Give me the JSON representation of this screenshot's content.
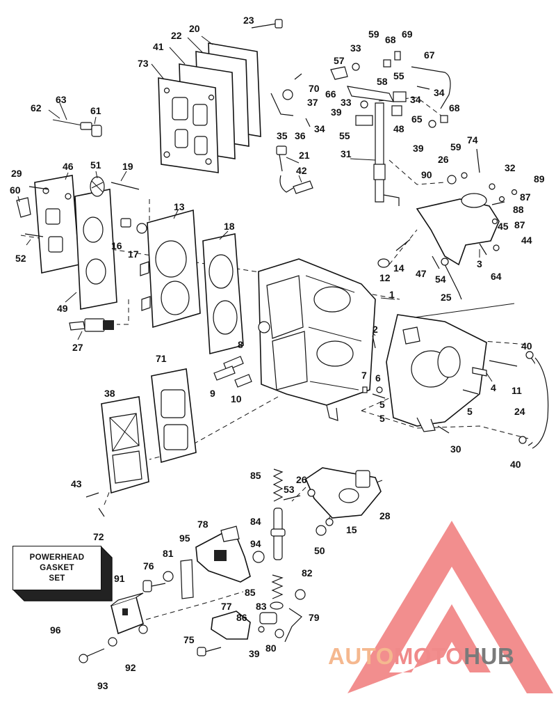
{
  "diagram": {
    "callouts": [
      "1",
      "2",
      "3",
      "4",
      "5",
      "5",
      "5",
      "6",
      "7",
      "8",
      "9",
      "10",
      "11",
      "12",
      "13",
      "14",
      "15",
      "16",
      "17",
      "18",
      "19",
      "20",
      "21",
      "22",
      "23",
      "24",
      "25",
      "26",
      "26",
      "27",
      "28",
      "29",
      "30",
      "31",
      "32",
      "33",
      "33",
      "34",
      "34",
      "34",
      "35",
      "36",
      "37",
      "38",
      "39",
      "39",
      "39",
      "40",
      "40",
      "41",
      "42",
      "43",
      "44",
      "45",
      "46",
      "47",
      "48",
      "49",
      "50",
      "51",
      "52",
      "53",
      "54",
      "55",
      "55",
      "57",
      "58",
      "59",
      "59",
      "60",
      "61",
      "62",
      "63",
      "64",
      "65",
      "66",
      "67",
      "68",
      "68",
      "69",
      "70",
      "71",
      "72",
      "73",
      "74",
      "75",
      "76",
      "77",
      "78",
      "79",
      "80",
      "81",
      "82",
      "83",
      "84",
      "85",
      "85",
      "86",
      "87",
      "87",
      "88",
      "89",
      "90",
      "91",
      "92",
      "93",
      "94",
      "95",
      "96"
    ]
  },
  "gasket_label": {
    "text": "POWERHEAD\nGASKET\nSET"
  },
  "logo": {
    "part1": "AUTO",
    "part2": "MOTO",
    "part3": "HUB",
    "color1": "#f5b88f",
    "color2": "#f08a8a",
    "color3": "#7a7a7a",
    "mark_color": "#f07a7a"
  }
}
